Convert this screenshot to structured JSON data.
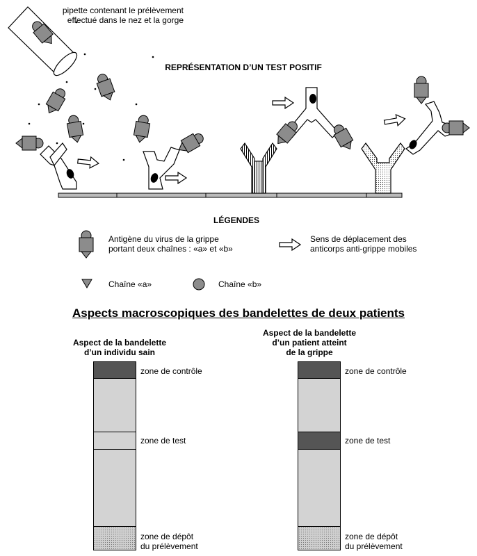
{
  "pipette_caption_line1": "pipette contenant le prélèvement",
  "pipette_caption_line2": "effectué dans le nez et la gorge",
  "title_positive_test": "REPRÉSENTATION D’UN TEST POSITIF",
  "legend_title": "LÉGENDES",
  "legend": {
    "antigen_line1": "Antigène du virus de la grippe",
    "antigen_line2": "portant deux chaînes : «a» et «b»",
    "arrow_line1": "Sens de déplacement des",
    "arrow_line2": "anticorps anti-grippe mobiles",
    "chain_a": "Chaîne «a»",
    "chain_b": "Chaîne «b»"
  },
  "section_title": "Aspects macroscopiques des bandelettes de deux patients",
  "strips": [
    {
      "heading_lines": [
        "Aspect de la bandelette",
        "d’un individu sain"
      ],
      "control_zone": "zone de contrôle",
      "test_zone": "zone de test",
      "deposit_line1": "zone de dépôt",
      "deposit_line2": "du prélèvement",
      "test_colored": false
    },
    {
      "heading_lines": [
        "Aspect de la bandelette",
        "d’un patient atteint",
        "de la grippe"
      ],
      "control_zone": "zone de contrôle",
      "test_zone": "zone de test",
      "deposit_line1": "zone de dépôt",
      "deposit_line2": "du prélèvement",
      "test_colored": true
    }
  ],
  "colors": {
    "antigen_gray": "#8c8c8c",
    "strip_gray": "#d3d3d3",
    "dark_zone": "#555555"
  }
}
